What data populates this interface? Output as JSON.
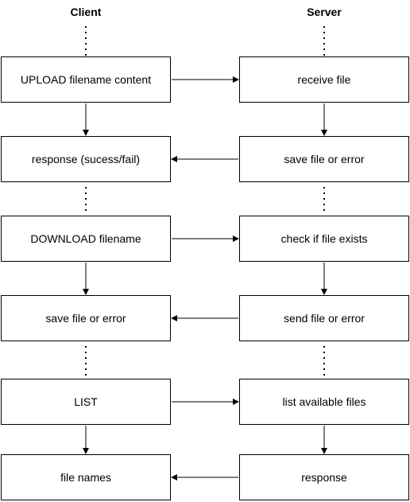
{
  "headers": {
    "client": "Client",
    "server": "Server"
  },
  "client_steps": [
    "UPLOAD filename content",
    "response (sucess/fail)",
    "DOWNLOAD filename",
    "save file or error",
    "LIST",
    "file names"
  ],
  "server_steps": [
    "receive file",
    "save file or error",
    "check if file exists",
    "send file or error",
    "list available files",
    "response"
  ]
}
